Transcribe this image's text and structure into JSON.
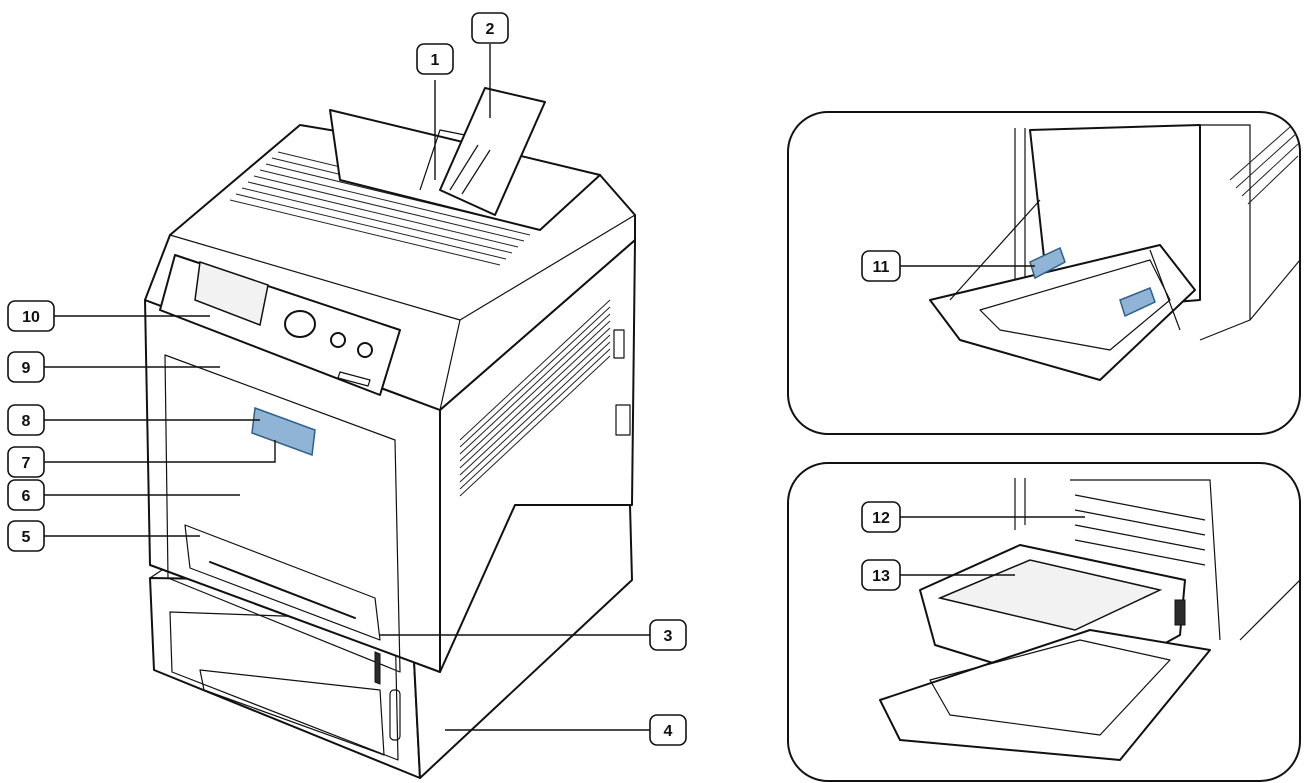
{
  "callouts": [
    {
      "id": "c1",
      "label": "1"
    },
    {
      "id": "c2",
      "label": "2"
    },
    {
      "id": "c3",
      "label": "3"
    },
    {
      "id": "c4",
      "label": "4"
    },
    {
      "id": "c5",
      "label": "5"
    },
    {
      "id": "c6",
      "label": "6"
    },
    {
      "id": "c7",
      "label": "7"
    },
    {
      "id": "c8",
      "label": "8"
    },
    {
      "id": "c9",
      "label": "9"
    },
    {
      "id": "c10",
      "label": "10"
    },
    {
      "id": "c11",
      "label": "11"
    },
    {
      "id": "c12",
      "label": "12"
    },
    {
      "id": "c13",
      "label": "13"
    }
  ],
  "colors": {
    "line": "#111111",
    "highlight": "#8fb4d6",
    "background": "#ffffff"
  }
}
